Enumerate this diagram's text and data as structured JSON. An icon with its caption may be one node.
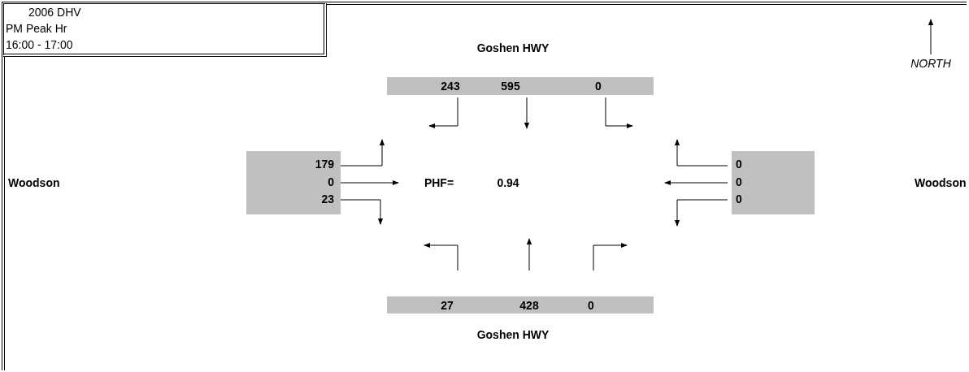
{
  "diagram": {
    "nodes": [
      {
        "text": [
          "2006 DHV",
          "PM Peak Hr",
          "16:00 - 17:00"
        ]
      },
      {
        "text": [
          "243",
          "595",
          "0"
        ]
      },
      {
        "text": [
          "179",
          "0",
          "23"
        ]
      },
      {
        "text": [
          "0",
          "0",
          "0"
        ]
      },
      {
        "text": [
          "27",
          "428",
          "0"
        ]
      }
    ],
    "labels": [
      "Goshen HWY",
      "NORTH",
      "Woodson",
      "PHF=",
      "0.94",
      "Woodson",
      "Goshen HWY"
    ]
  }
}
